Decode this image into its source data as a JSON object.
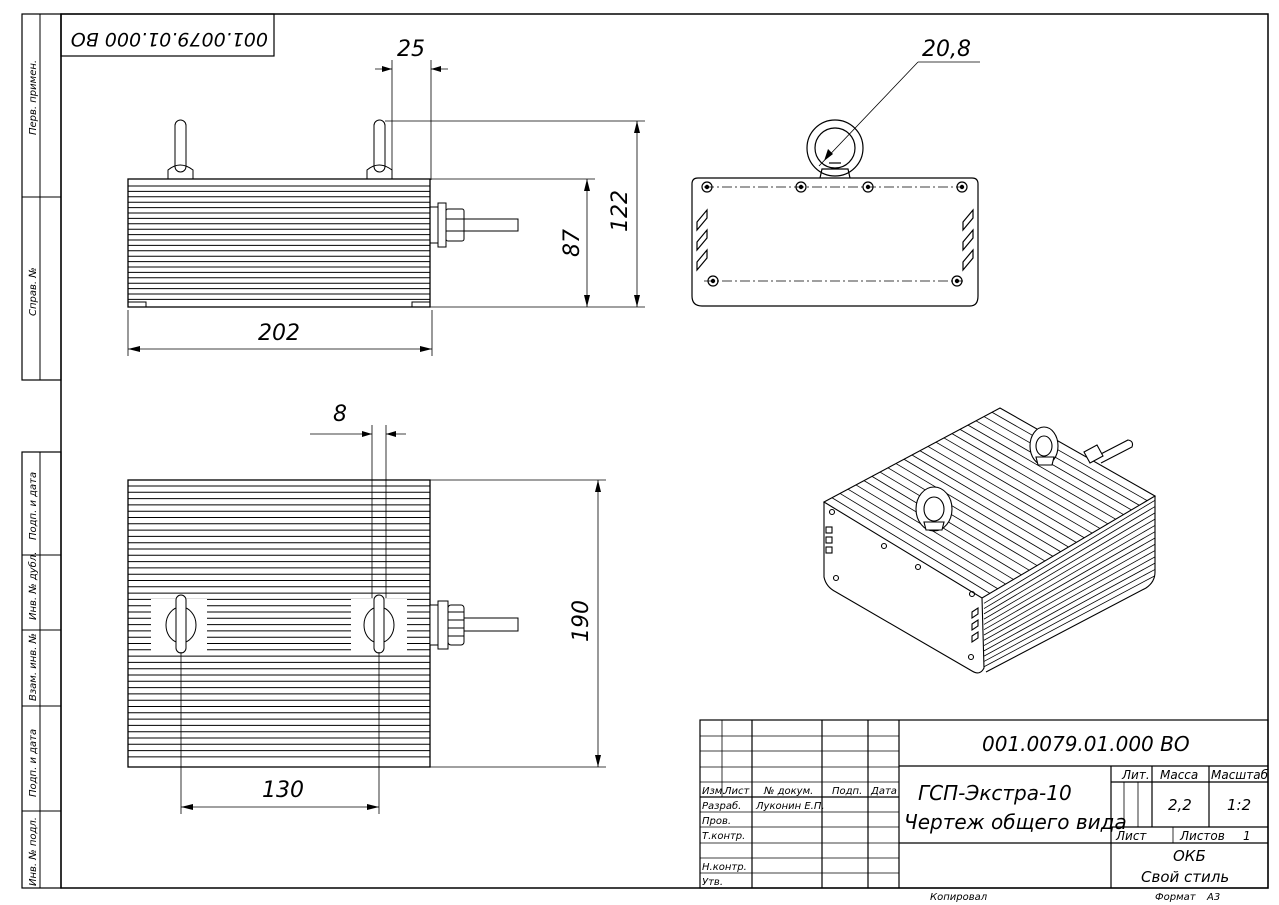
{
  "stamp_rotated": "001.0079.01.000 ВО",
  "dimensions": {
    "top_gap": "25",
    "eyebolt_diameter": "20,8",
    "body_height": "87",
    "total_height": "122",
    "length_front": "202",
    "gap_top_view": "8",
    "width_top": "190",
    "eyebolt_spacing": "130"
  },
  "left_column": {
    "perv_primen": "Перв. примен.",
    "sprav_no": "Справ. №",
    "podp_i_data_1": "Подп. и дата",
    "inv_dubl": "Инв. № дубл.",
    "vzam_inv": "Взам. инв. №",
    "podp_i_data_2": "Подп. и дата",
    "inv_podl": "Инв. № подл."
  },
  "title_block": {
    "designation": "001.0079.01.000 ВО",
    "name_line1": "ГСП-Экстра-10",
    "name_line2": "Чертеж общего вида",
    "h_izm": "Изм.",
    "h_list": "Лист",
    "h_ndokum": "№ докум.",
    "h_podp": "Подп.",
    "h_data": "Дата",
    "razrab": "Разраб.",
    "razrab_name": "Луконин Е.П.",
    "prov": "Пров.",
    "tkontr": "Т.контр.",
    "nkontr": "Н.контр.",
    "utv": "Утв.",
    "h_lit": "Лит.",
    "h_massa": "Масса",
    "h_masshtab": "Масштаб",
    "massa": "2,2",
    "masshtab": "1:2",
    "list_label": "Лист",
    "listov_label": "Листов",
    "listov_value": "1",
    "org_line1": "ОКБ",
    "org_line2": "Свой стиль",
    "kopiroval": "Копировал",
    "format_label": "Формат",
    "format_value": "А3"
  }
}
